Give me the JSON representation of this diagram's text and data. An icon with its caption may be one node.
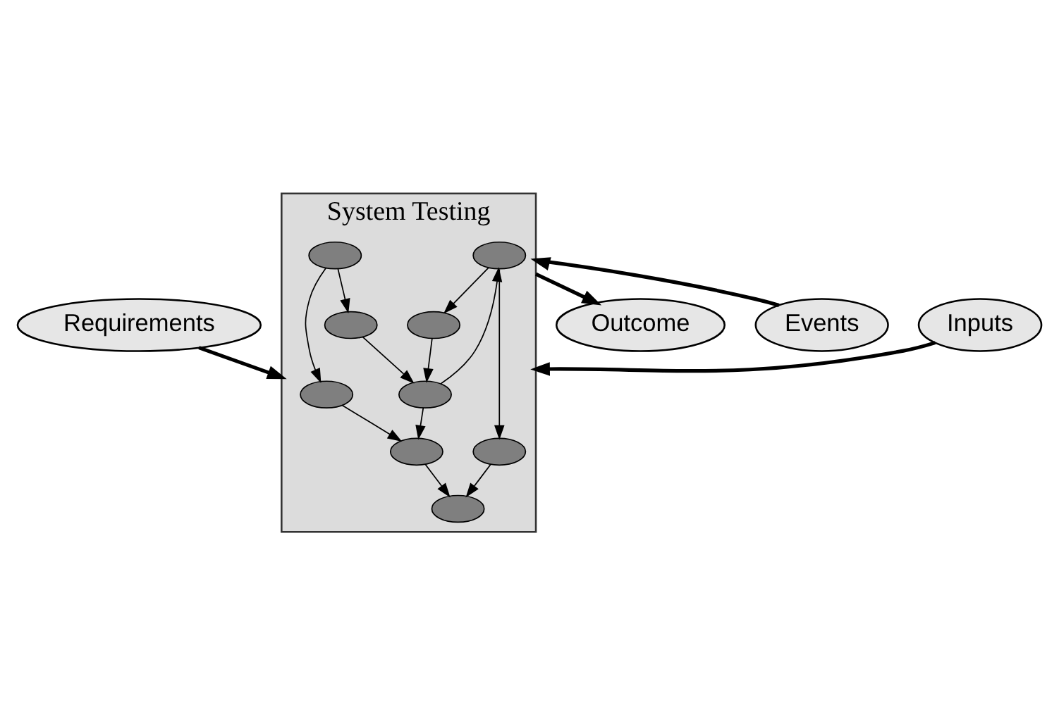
{
  "diagram": {
    "nodes": [
      {
        "text": [
          "Requirements"
        ]
      },
      {
        "text": [
          "System Testing"
        ]
      },
      {
        "text": [],
        "shape": "ellipse",
        "in": 1
      },
      {
        "text": [],
        "shape": "ellipse",
        "in": 1
      },
      {
        "text": [],
        "shape": "ellipse",
        "in": 1
      },
      {
        "text": [],
        "shape": "ellipse",
        "in": 1
      },
      {
        "text": [],
        "shape": "ellipse",
        "in": 1
      },
      {
        "text": [],
        "shape": "ellipse",
        "in": 1
      },
      {
        "text": [],
        "shape": "ellipse",
        "in": 1
      },
      {
        "text": [],
        "shape": "ellipse",
        "in": 1
      },
      {
        "text": [],
        "shape": "ellipse",
        "in": 1
      },
      {
        "text": [
          "Inputs"
        ]
      },
      {
        "text": [
          "Outcome"
        ]
      },
      {
        "text": [
          "Events"
        ]
      }
    ],
    "edges": [
      {
        "from": 0,
        "to": 1,
        "arrow": "to",
        "style": "thick"
      },
      {
        "from": 11,
        "to": 1,
        "arrow": "to",
        "style": "thick"
      },
      {
        "from": 1,
        "to": 12,
        "arrow": "to",
        "style": "thick"
      },
      {
        "from": 13,
        "to": 1,
        "arrow": "to",
        "style": "thick"
      },
      {
        "from": 3,
        "to": 2,
        "arrow": "to"
      },
      {
        "from": 3,
        "to": 4,
        "arrow": "to"
      },
      {
        "from": 2,
        "to": 5,
        "arrow": "to"
      },
      {
        "from": 4,
        "to": 7,
        "arrow": "to"
      },
      {
        "from": 7,
        "to": 5,
        "arrow": "to"
      },
      {
        "from": 5,
        "to": 6,
        "arrow": "to"
      },
      {
        "from": 8,
        "to": 7,
        "arrow": "to"
      },
      {
        "from": 7,
        "to": 10,
        "arrow": "to"
      },
      {
        "from": 10,
        "to": 8,
        "arrow": "to"
      },
      {
        "from": 10,
        "to": 9,
        "arrow": "to"
      },
      {
        "from": 9,
        "to": 6,
        "arrow": "to"
      }
    ]
  }
}
